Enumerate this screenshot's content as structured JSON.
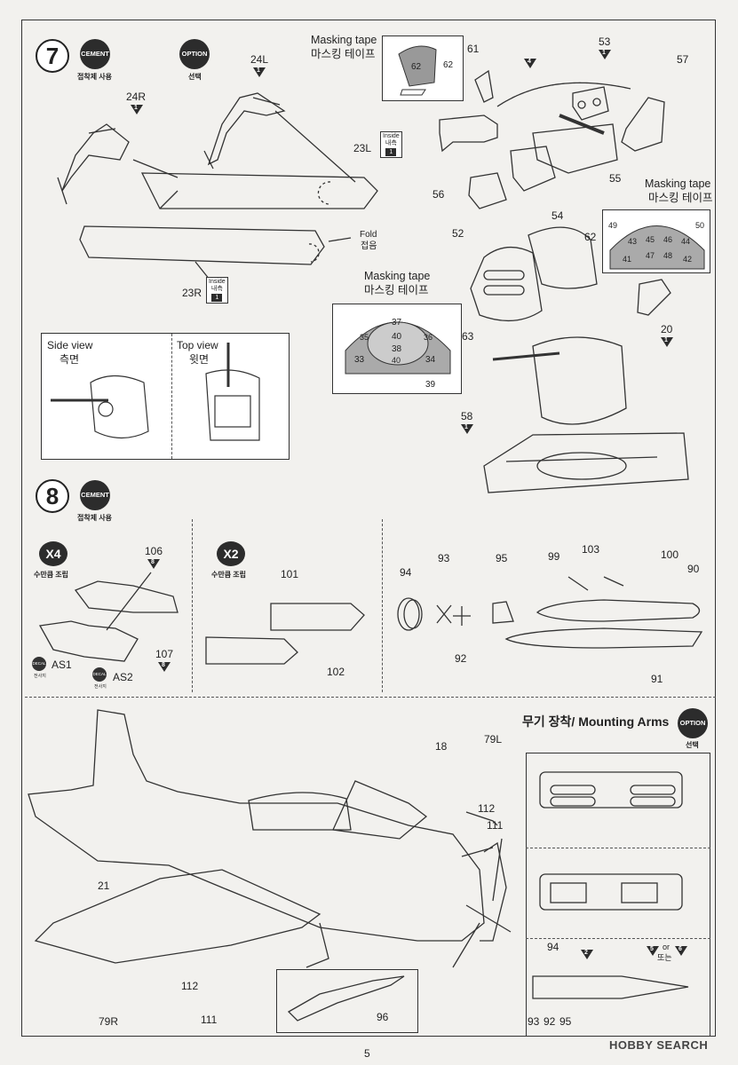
{
  "page_number": "5",
  "watermark": "HOBBY SEARCH",
  "badges": {
    "cement": "CEMENT",
    "cement_caption": "접착제 사용",
    "option": "OPTION",
    "option_caption": "선택",
    "decal": "DECAL",
    "decal_caption": "전사지"
  },
  "step7": {
    "number": "7",
    "masking_tape_en": "Masking tape",
    "masking_tape_ko": "마스킹 테이프",
    "fold_en": "Fold",
    "fold_ko": "접음",
    "inside_en": "Inside",
    "inside_ko": "내측",
    "side_view_en": "Side view",
    "side_view_ko": "측면",
    "top_view_en": "Top view",
    "top_view_ko": "윗면",
    "parts": {
      "p24R": "24R",
      "p24L": "24L",
      "p23L": "23L",
      "p23R": "23R",
      "p61": "61",
      "p53": "53",
      "p57": "57",
      "p56": "56",
      "p55": "55",
      "p54": "54",
      "p52": "52",
      "p62": "62",
      "p63": "63",
      "p20": "20",
      "p58": "58",
      "p39": "39"
    },
    "mask1": [
      "62",
      "62"
    ],
    "mask2": [
      "49",
      "50",
      "43",
      "45",
      "46",
      "44",
      "41",
      "47",
      "48",
      "42"
    ],
    "mask3": [
      "37",
      "35",
      "40",
      "36",
      "33",
      "38",
      "34",
      "40"
    ]
  },
  "step8": {
    "number": "8",
    "x4": "X4",
    "x2": "X2",
    "assemble_ko": "수만큼 조립",
    "parts": {
      "p106": "106",
      "p107": "107",
      "pAS1": "AS1",
      "pAS2": "AS2",
      "p101": "101",
      "p102": "102",
      "p94": "94",
      "p93": "93",
      "p95": "95",
      "p92": "92",
      "p99": "99",
      "p103": "103",
      "p100": "100",
      "p90": "90",
      "p91": "91"
    }
  },
  "mounting": {
    "title": "무기 장착/ Mounting Arms",
    "parts": {
      "p18": "18",
      "p79L": "79L",
      "p112a": "112",
      "p111a": "111",
      "p21": "21",
      "p112b": "112",
      "p111b": "111",
      "p79R": "79R",
      "p96": "96",
      "p94": "94",
      "p93": "93",
      "p92": "92",
      "p95": "95",
      "or_text": "or",
      "or_ko": "또는"
    }
  },
  "ref_triangles": {
    "one": "1",
    "four": "4",
    "eight": "8",
    "two": "2",
    "five": "5",
    "six": "6"
  }
}
